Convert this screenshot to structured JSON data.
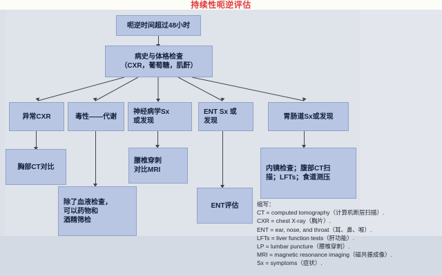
{
  "title": "持续性呃逆评估",
  "colors": {
    "title_red": "#e03a3e",
    "node_fill": "#b8c6e4",
    "node_border": "#8fa3c8",
    "canvas": "#dfe3ea",
    "connector": "#3e4551"
  },
  "nodes": {
    "root": "呃逆时间超过48小时",
    "workup": "病史与体格检查\n（CXR，葡萄糖，肌酐）",
    "branch_cxr": "异常CXR",
    "branch_tox": "毒性——代谢",
    "branch_neuro": "神经病学Sx\n或发现",
    "branch_ent": "ENT Sx 或\n发现",
    "branch_gi": "胃肠道Sx或发现",
    "test_chest_ct": "胸部CT对比",
    "test_blood": "除了血液检查，\n可以药物和\n酒精筛检",
    "test_lp_mri": "腰椎穿刺\n对比MRI",
    "test_ent": "ENT评估",
    "test_gi": "内镜检查；腹部CT扫\n描；LFTs；食道测压"
  },
  "legend": {
    "heading": "缩写：",
    "lines": [
      "CT = computed tomography（计算机断层扫描）.",
      "CXR = chest X-ray（胸片）.",
      "ENT = ear, nose, and throat（耳、鼻、喉）.",
      "LFTs = liver function tests（肝功能）.",
      "LP = lumbar puncture（腰椎穿刺）.",
      "MRI = magnetic resonance imaging（磁共振成像）.",
      "Sx = symptoms（症状）."
    ]
  }
}
